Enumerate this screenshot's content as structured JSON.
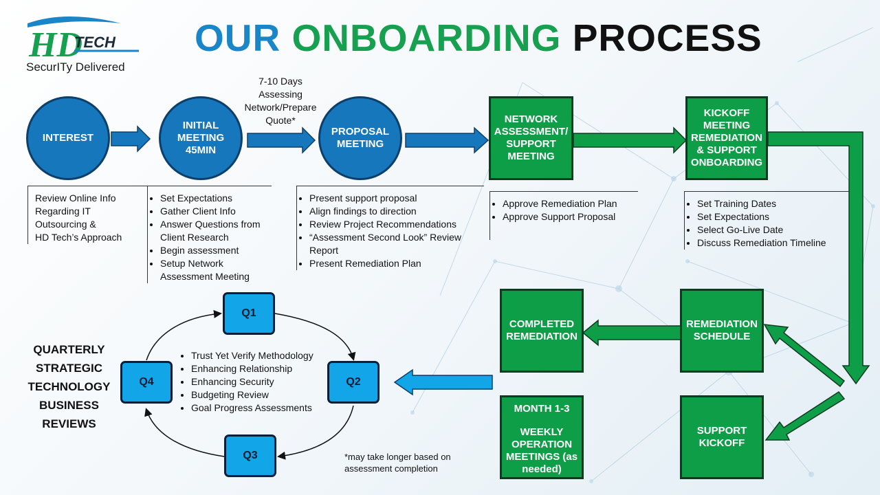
{
  "logo": {
    "brand": "HD TECH",
    "tagline": "SecurITy Delivered"
  },
  "title": {
    "part1": "OUR ",
    "part2": "ONBOARDING",
    "part3": " PROCESS"
  },
  "colors": {
    "blue": "#1677bd",
    "green": "#0e9e47",
    "light_blue": "#12a6e8",
    "title_blue": "#1a86c8",
    "title_green": "#16a04f"
  },
  "steps": {
    "interest": "INTEREST",
    "initial_meeting": "INITIAL MEETING 45MIN",
    "proposal_meeting": "PROPOSAL MEETING",
    "network_assessment": "NETWORK ASSESSMENT/ SUPPORT MEETING",
    "kickoff": "KICKOFF MEETING REMEDIATION & SUPPORT ONBOARDING",
    "remediation_schedule": "REMEDIATION SCHEDULE",
    "completed_remediation": "COMPLETED REMEDIATION",
    "support_kickoff": "SUPPORT KICKOFF",
    "month_label": "MONTH 1-3",
    "weekly_meetings": "WEEKLY OPERATION MEETINGS (as needed)"
  },
  "days_note": "7-10 Days Assessing Network/Prepare Quote*",
  "notes": {
    "interest": [
      "Review Online Info",
      "Regarding IT",
      "Outsourcing &",
      "HD Tech’s Approach"
    ],
    "initial": [
      "Set Expectations",
      "Gather Client Info",
      "Answer Questions from Client Research",
      "Begin assessment",
      "Setup Network Assessment Meeting"
    ],
    "proposal": [
      "Present support proposal",
      "Align findings to direction",
      "Review Project Recommendations",
      "“Assessment Second Look” Review Report",
      "Present Remediation Plan"
    ],
    "network": [
      "Approve Remediation Plan",
      "Approve Support Proposal"
    ],
    "kickoff": [
      "Set Training Dates",
      "Set Expectations",
      "Select Go-Live Date",
      "Discuss Remediation Timeline"
    ]
  },
  "quarterly": {
    "title": "QUARTERLY STRATEGIC TECHNOLOGY BUSINESS REVIEWS",
    "q1": "Q1",
    "q2": "Q2",
    "q3": "Q3",
    "q4": "Q4",
    "items": [
      "Trust Yet Verify Methodology",
      "Enhancing Relationship",
      "Enhancing Security",
      "Budgeting Review",
      "Goal Progress Assessments"
    ]
  },
  "footnote": "*may take longer based on assessment completion"
}
